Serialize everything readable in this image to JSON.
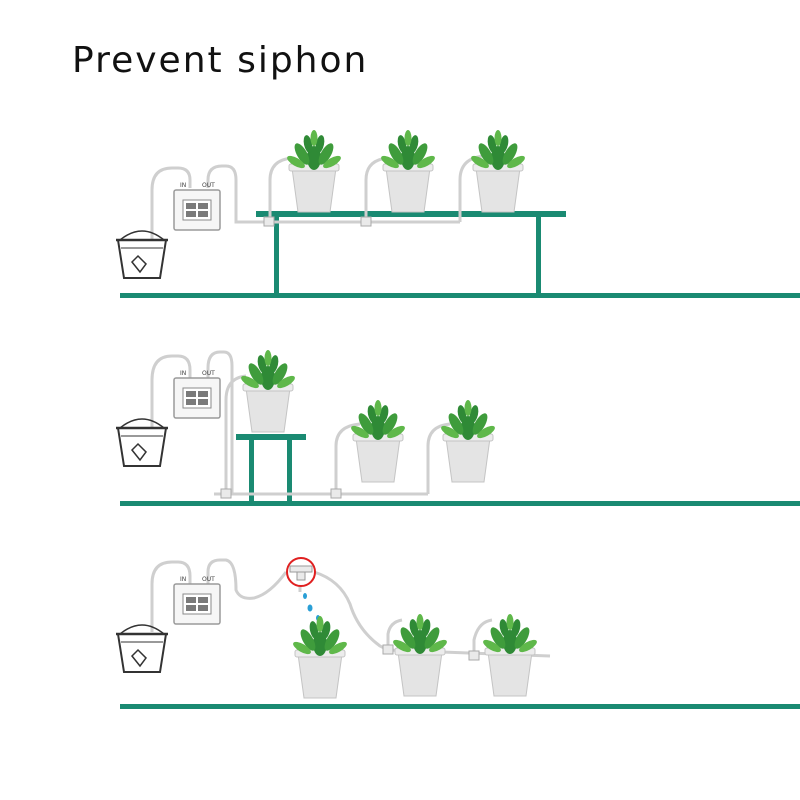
{
  "title": "Prevent siphon",
  "pump": {
    "in_label": "IN",
    "out_label": "OUT"
  },
  "colors": {
    "stand": "#1a8a72",
    "ground": "#1a8a72",
    "tube": "#d4d4d4",
    "pot": "#e4e4e4",
    "leaf": "#2f8a36",
    "leaf_light": "#5fb84a",
    "bucket": "#333333",
    "valve_ring": "#e02020",
    "drip": "#2a9fd6"
  }
}
